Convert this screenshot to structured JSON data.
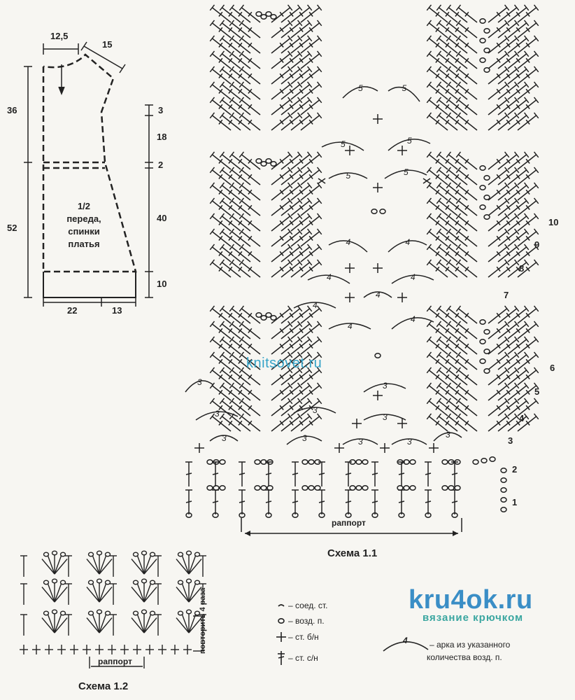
{
  "schematic": {
    "dims": {
      "top_width": "12,5",
      "shoulder": "15",
      "left_top": "36",
      "left_bottom": "52",
      "r1": "3",
      "r2": "18",
      "r3": "2",
      "r4": "40",
      "r5": "10",
      "bottom_left": "22",
      "bottom_right": "13"
    },
    "caption_lines": [
      "1/2",
      "переда,",
      "спинки",
      "платья"
    ]
  },
  "scheme11": {
    "title": "Схема 1.1",
    "repeat_label": "раппорт",
    "row_numbers": [
      "1",
      "2",
      "3",
      "4",
      "5",
      "6",
      "7",
      "8",
      "9",
      "10"
    ],
    "arch_counts": [
      "3",
      "4",
      "5"
    ]
  },
  "scheme12": {
    "title": "Схема 1.2",
    "repeat_label": "раппорт",
    "repeat_note": "повторить 4 раза"
  },
  "legend": {
    "items": [
      "– соед. ст.",
      "– возд. п.",
      "– ст. б/н",
      "– ст. с/н"
    ],
    "arch_number": "4",
    "arch_text": "– арка из указанного",
    "arch_text2": "количества возд. п."
  },
  "watermark": "knitsovet.ru",
  "brand": {
    "name": "kru4ok.ru",
    "tagline": "вязание крючком",
    "name_color": "#3a8ec6",
    "tagline_color": "#3aa6a0"
  }
}
